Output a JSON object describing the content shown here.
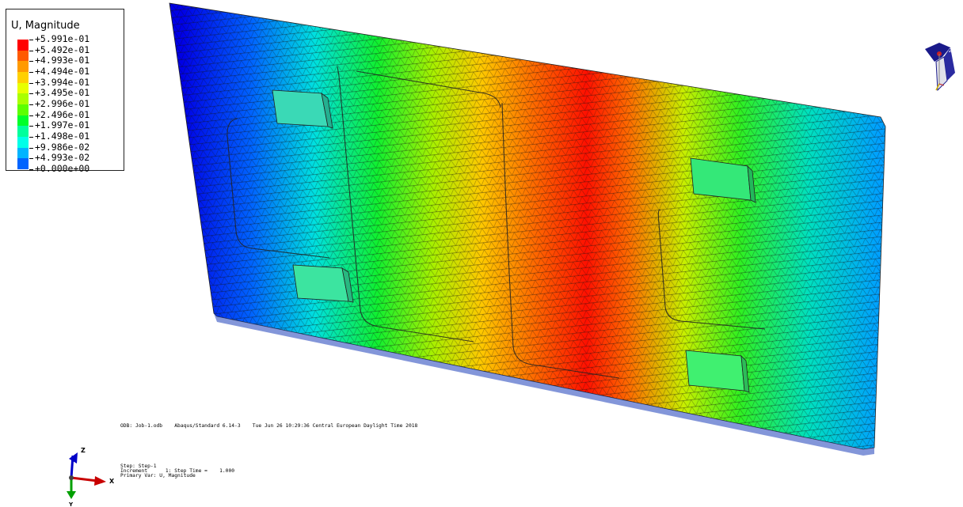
{
  "legend": {
    "title": "U, Magnitude",
    "entries": [
      {
        "label": "+5.991e-01",
        "color": "#ff0000"
      },
      {
        "label": "+5.492e-01",
        "color": "#ff5a00"
      },
      {
        "label": "+4.993e-01",
        "color": "#ff9a00"
      },
      {
        "label": "+4.494e-01",
        "color": "#ffd000"
      },
      {
        "label": "+3.994e-01",
        "color": "#e8ff00"
      },
      {
        "label": "+3.495e-01",
        "color": "#aaff00"
      },
      {
        "label": "+2.996e-01",
        "color": "#5dff00"
      },
      {
        "label": "+2.496e-01",
        "color": "#00ff2a"
      },
      {
        "label": "+1.997e-01",
        "color": "#00ff9c"
      },
      {
        "label": "+1.498e-01",
        "color": "#00ffe8"
      },
      {
        "label": "+9.986e-02",
        "color": "#00b4ff"
      },
      {
        "label": "+4.993e-02",
        "color": "#0064ff"
      },
      {
        "label": "+0.000e+00",
        "color": "#0000ff"
      }
    ]
  },
  "info": {
    "odb_line": "ODB: Job-1.odb    Abaqus/Standard 6.14-3    Tue Jun 26 10:29:36 Central European Daylight Time 2018",
    "step_line": "Step: Step-1",
    "increment_line": "Increment      1: Step Time =    1.000",
    "primary_var_line": "Primary Var: U, Magnitude"
  },
  "triad": {
    "x_label": "X",
    "y_label": "Y",
    "z_label": "Z"
  },
  "view_cube": {
    "z_label": "Z"
  },
  "colors": {
    "max": "#ff0000",
    "min": "#0000ff",
    "mesh_line": "#1a1a1a"
  }
}
